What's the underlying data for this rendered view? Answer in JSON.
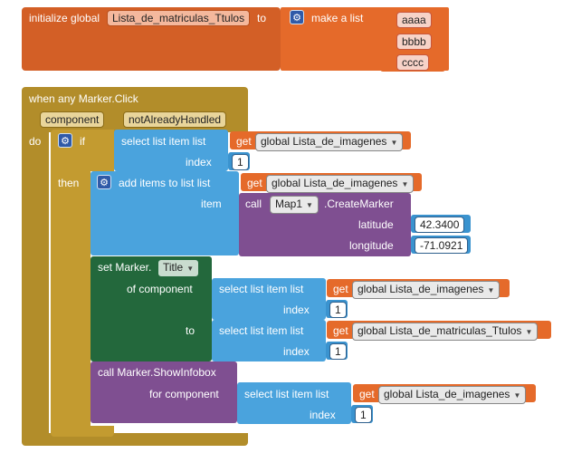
{
  "init": {
    "label": "initialize global",
    "var_name": "Lista_de_matriculas_Ttulos",
    "to": "to",
    "make_list": "make a list",
    "items": [
      "aaaa",
      "bbbb",
      "cccc"
    ]
  },
  "event": {
    "label": "when any Marker.Click",
    "params": [
      "component",
      "notAlreadyHandled"
    ],
    "do": "do"
  },
  "if_block": {
    "if": "if",
    "then": "then"
  },
  "select1": {
    "label": "select list item  list",
    "get": "get",
    "var": "global Lista_de_imagenes",
    "index_label": "index",
    "index": "1"
  },
  "add_items": {
    "label": "add items to list  list",
    "get": "get",
    "var": "global Lista_de_imagenes",
    "item_label": "item",
    "call": "call",
    "component": "Map1",
    "method": ".CreateMarker",
    "lat_label": "latitude",
    "lat": "42.3400",
    "lon_label": "longitude",
    "lon": "-71.0921"
  },
  "set_marker": {
    "label": "set Marker.",
    "prop": "Title",
    "of_component": "of component",
    "to": "to"
  },
  "select2": {
    "label": "select list item  list",
    "get": "get",
    "var": "global Lista_de_imagenes",
    "index_label": "index",
    "index": "1"
  },
  "select3": {
    "label": "select list item  list",
    "get": "get",
    "var": "global Lista_de_matriculas_Ttulos",
    "index_label": "index",
    "index": "1"
  },
  "show_info": {
    "label": "call Marker.ShowInfobox",
    "for_component": "for component"
  },
  "select4": {
    "label": "select list item  list",
    "get": "get",
    "var": "global Lista_de_imagenes",
    "index_label": "index",
    "index": "1"
  }
}
